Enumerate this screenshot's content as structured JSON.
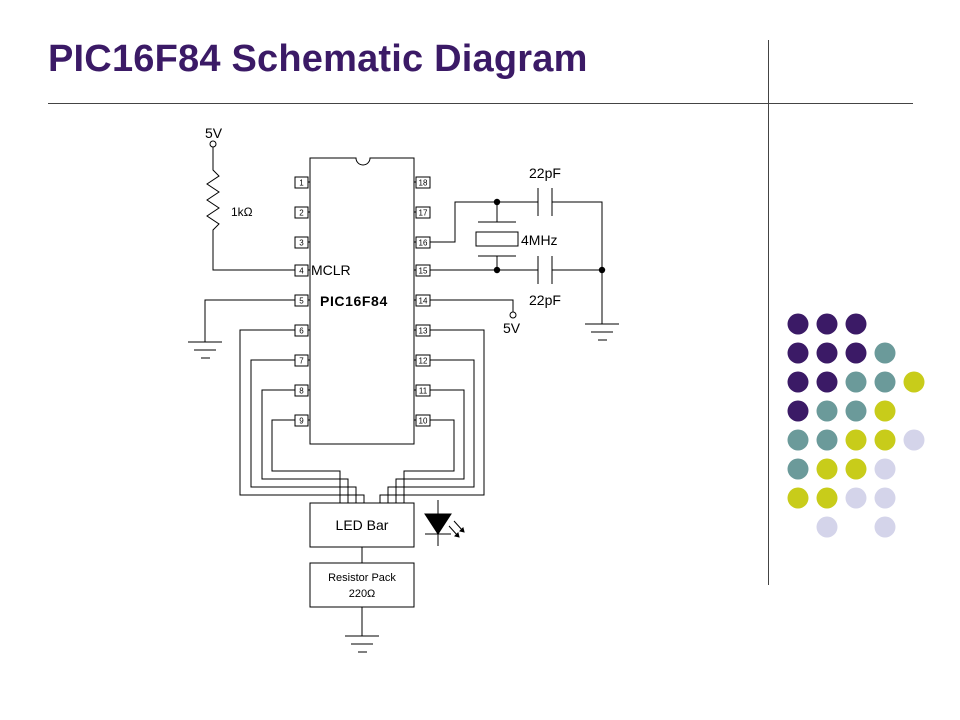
{
  "slide": {
    "title": "PIC16F84 Schematic Diagram"
  },
  "schematic": {
    "chip_label": "PIC16F84",
    "mclr_label": "MCLR",
    "supply_top": "5V",
    "supply_pin14": "5V",
    "resistor_label": "1kΩ",
    "crystal_label": "4MHz",
    "cap_top_label": "22pF",
    "cap_bottom_label": "22pF",
    "led_bar_label": "LED Bar",
    "resistor_pack_label": "Resistor Pack",
    "resistor_pack_value": "220Ω",
    "left_pins": [
      "1",
      "2",
      "3",
      "4",
      "5",
      "6",
      "7",
      "8",
      "9"
    ],
    "right_pins": [
      "18",
      "17",
      "16",
      "15",
      "14",
      "13",
      "12",
      "11",
      "10"
    ]
  },
  "decoration": {
    "dot_colors": {
      "purple": "#3b1a66",
      "teal": "#6b9a9a",
      "lime": "#c8cc1a",
      "lavender": "#d4d4ea"
    },
    "dot_rows": [
      [
        "purple",
        "purple",
        "purple",
        null,
        null
      ],
      [
        "purple",
        "purple",
        "purple",
        "teal",
        null
      ],
      [
        "purple",
        "purple",
        "teal",
        "teal",
        "lime"
      ],
      [
        "purple",
        "teal",
        "teal",
        "lime",
        null
      ],
      [
        "teal",
        "teal",
        "lime",
        "lime",
        "lavender"
      ],
      [
        "teal",
        "lime",
        "lime",
        "lavender",
        null
      ],
      [
        "lime",
        "lime",
        "lavender",
        "lavender",
        null
      ],
      [
        null,
        "lavender",
        null,
        "lavender",
        null
      ]
    ]
  }
}
